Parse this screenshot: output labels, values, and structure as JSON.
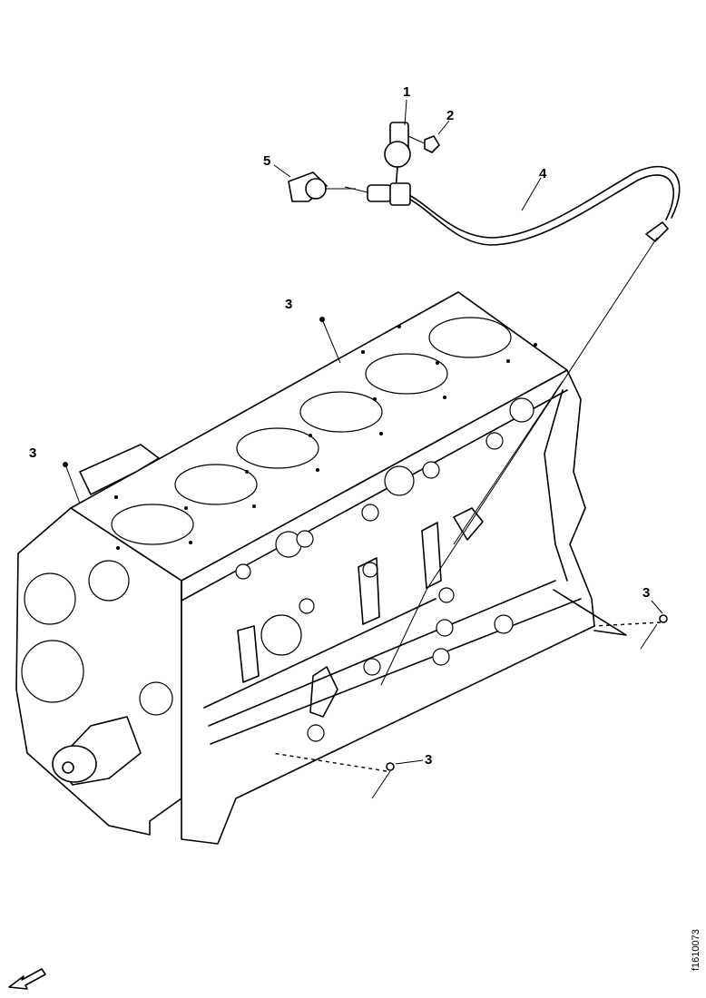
{
  "figure": {
    "reference_code": "f1610073",
    "icons": {
      "orientation": "front-arrow-icon"
    }
  },
  "callouts": [
    {
      "id": "1",
      "label": "1"
    },
    {
      "id": "2",
      "label": "2"
    },
    {
      "id": "5",
      "label": "5"
    },
    {
      "id": "4",
      "label": "4"
    },
    {
      "id": "3a",
      "label": "3"
    },
    {
      "id": "3b",
      "label": "3"
    },
    {
      "id": "3c",
      "label": "3"
    },
    {
      "id": "3d",
      "label": "3"
    }
  ]
}
